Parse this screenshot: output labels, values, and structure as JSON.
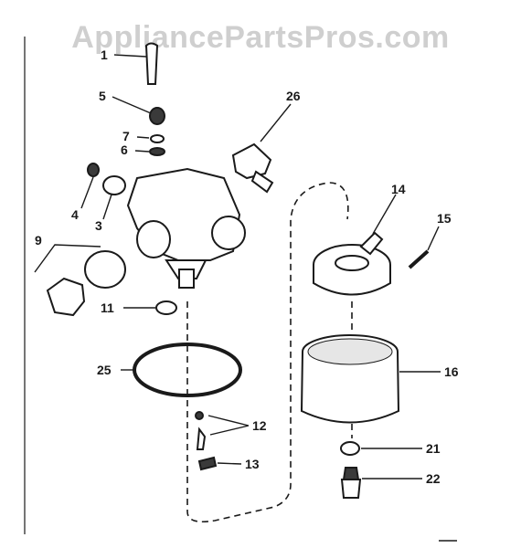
{
  "watermark": "AppliancePartsPros.com",
  "callouts": [
    "1",
    "5",
    "26",
    "7",
    "6",
    "4",
    "3",
    "9",
    "14",
    "15",
    "11",
    "25",
    "16",
    "12",
    "13",
    "21",
    "22"
  ]
}
